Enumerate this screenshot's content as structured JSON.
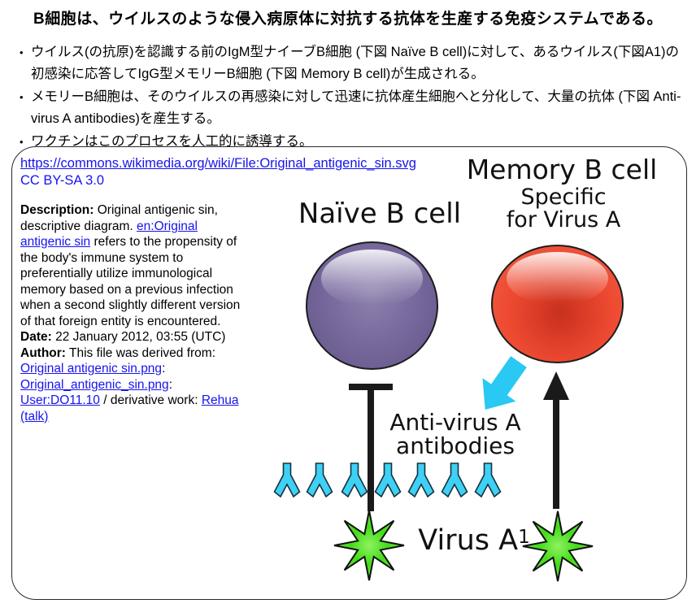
{
  "page": {
    "title": "B細胞は、ウイルスのような侵入病原体に対抗する抗体を生産する免疫システムである。",
    "bullets": [
      "ウイルス(の抗原)を認識する前のIgM型ナイーブB細胞 (下図 Naïve B cell)に対して、あるウイルス(下図A1)の初感染に応答してIgG型メモリーB細胞 (下図 Memory B cell)が生成される。",
      "メモリーB細胞は、そのウイルスの再感染に対して迅速に抗体産生細胞へと分化して、大量の抗体 (下図 Anti-virus A antibodies)を産生する。",
      "ワクチンはこのプロセスを人工的に誘導する。"
    ]
  },
  "figure": {
    "source_url": "https://commons.wikimedia.org/wiki/File:Original_antigenic_sin.svg",
    "license": "CC BY-SA 3.0",
    "description": {
      "label": "Description:",
      "text_before_link": " Original antigenic sin, descriptive diagram. ",
      "link": "en:Original antigenic sin",
      "text_after_link": " refers to the propensity of the body's immune system to preferentially utilize immunological memory based on a previous infection when a second slightly different version of that foreign entity is encountered."
    },
    "date": {
      "label": "Date:",
      "text": " 22 January 2012, 03:55 (UTC)"
    },
    "author": {
      "label": "Author:",
      "text_before": " This file was derived from:  ",
      "link1": "Original antigenic sin.png",
      "sep1": ": ",
      "link2": "Original_antigenic_sin.png",
      "sep2": ": ",
      "link3": "User:DO11.10",
      "sep3": " / derivative work: ",
      "link4": "Rehua (talk)"
    }
  },
  "diagram": {
    "naive_label": "Naïve B cell",
    "memory_label": "Memory B cell",
    "memory_sub1": "Specific",
    "memory_sub2": "for Virus A",
    "antibody_label_line1": "Anti-virus A",
    "antibody_label_line2": "antibodies",
    "virus_label": "Virus A",
    "virus_superscript": "1",
    "antibody_count": 7,
    "colors": {
      "naive_cell": "#7b6ca0",
      "memory_cell": "#ee4a31",
      "cyan_arrow": "#29c9f3",
      "antibody": "#3fd0f5",
      "virus_green": "#42db18",
      "black": "#1a1a1a",
      "link_blue": "#1613ee"
    }
  }
}
